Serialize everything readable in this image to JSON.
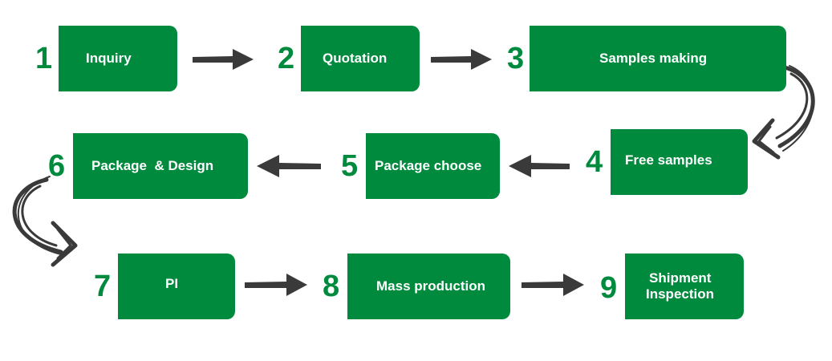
{
  "colors": {
    "box": "#008a3e",
    "number": "#008a3e",
    "arrow": "#3a3a3a",
    "text": "#ffffff"
  },
  "steps": [
    {
      "number": "1",
      "label": "Inquiry"
    },
    {
      "number": "2",
      "label": "Quotation"
    },
    {
      "number": "3",
      "label": "Samples making"
    },
    {
      "number": "4",
      "label": "Free samples"
    },
    {
      "number": "5",
      "label": "Package choose"
    },
    {
      "number": "6",
      "label": "Package  & Design"
    },
    {
      "number": "7",
      "label": "PI"
    },
    {
      "number": "8",
      "label": "Mass production"
    },
    {
      "number": "9",
      "label_line1": "Shipment",
      "label_line2": "Inspection"
    }
  ]
}
